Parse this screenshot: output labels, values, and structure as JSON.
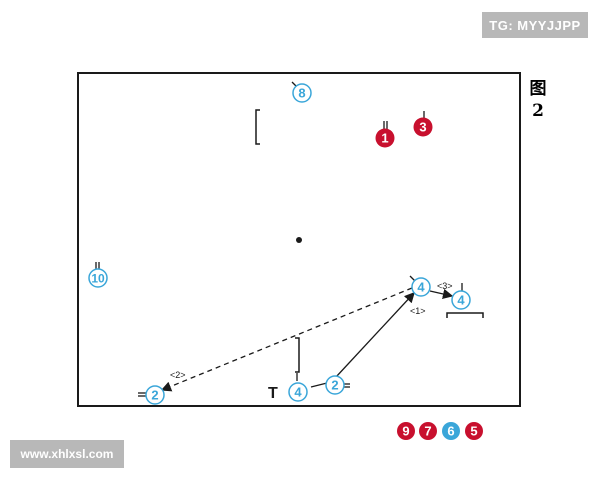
{
  "watermarks": {
    "top_right": "TG: MYYJJPP",
    "bottom_left": "www.xhlxsl.com"
  },
  "figure_label": {
    "prefix": "图",
    "number": "2"
  },
  "colors": {
    "team_red": "#c8102e",
    "team_blue": "#3aa6d9",
    "line": "#1a1a1a",
    "badge_bg": "#b8b8b8"
  },
  "players": {
    "red": [
      {
        "id": "red-1",
        "label": "1"
      },
      {
        "id": "red-3",
        "label": "3"
      },
      {
        "id": "red-bench-9",
        "label": "9"
      },
      {
        "id": "red-bench-7",
        "label": "7"
      },
      {
        "id": "red-bench-5",
        "label": "5"
      }
    ],
    "blue": [
      {
        "id": "blue-8",
        "label": "8"
      },
      {
        "id": "blue-10",
        "label": "10"
      },
      {
        "id": "blue-4-top",
        "label": "4"
      },
      {
        "id": "blue-4-right",
        "label": "4"
      },
      {
        "id": "blue-2-bottom",
        "label": "2"
      },
      {
        "id": "blue-4-bottom",
        "label": "4"
      },
      {
        "id": "blue-2-left",
        "label": "2"
      },
      {
        "id": "blue-bench-6",
        "label": "6"
      }
    ]
  },
  "step_labels": [
    "<1>",
    "<2>",
    "<3>"
  ],
  "markers": {
    "t_marker": "T"
  }
}
